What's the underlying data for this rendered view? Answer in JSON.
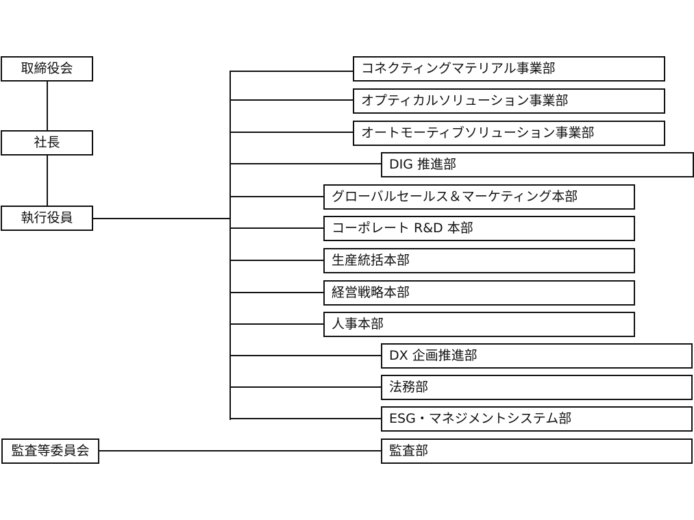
{
  "left": {
    "board": "取締役会",
    "president": "社長",
    "executives": "執行役員",
    "audit_committee": "監査等委員会"
  },
  "departments": [
    "コネクティングマテリアル事業部",
    "オプティカルソリューション事業部",
    "オートモーティブソリューション事業部",
    "DIG 推進部",
    "グローバルセールス＆マーケティング本部",
    "コーポレート R&D 本部",
    "生産統括本部",
    "経営戦略本部",
    "人事本部",
    "DX 企画推進部",
    "法務部",
    "ESG・マネジメントシステム部"
  ],
  "audit_department": "監査部"
}
